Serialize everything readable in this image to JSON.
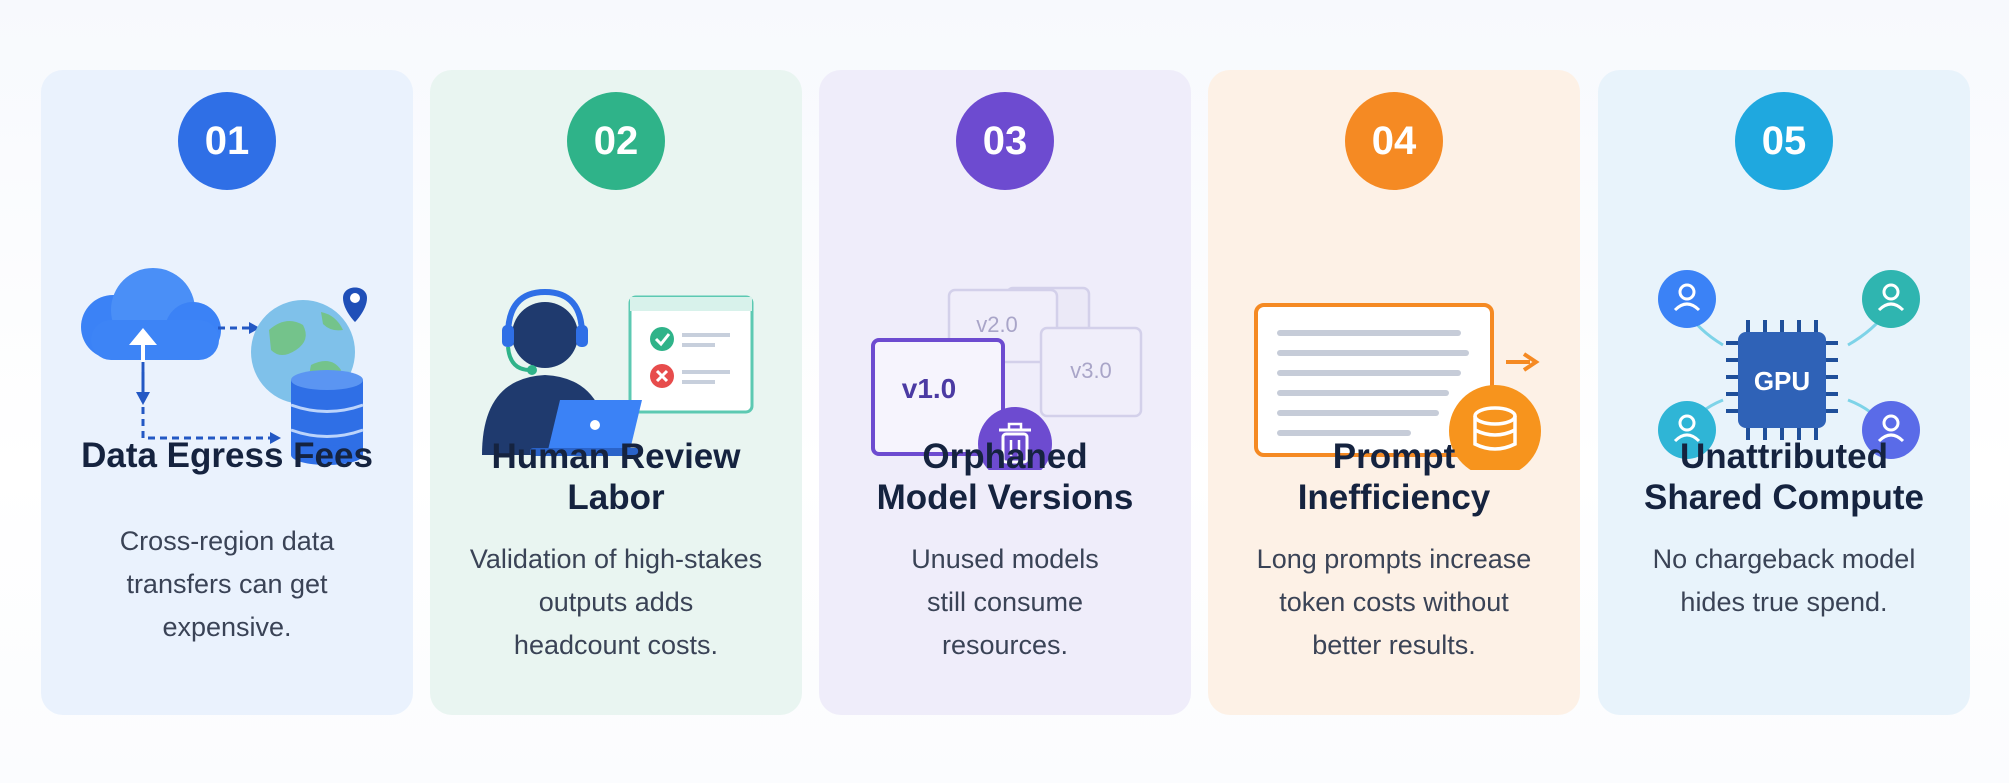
{
  "colors": {
    "blue": "#2f6fe6",
    "teal": "#2fb389",
    "purple": "#6d4bd0",
    "orange": "#f58a23",
    "cyan": "#1fa8df"
  },
  "cards": [
    {
      "number": "01",
      "title_lines": [
        "Data Egress Fees"
      ],
      "desc_lines": [
        "Cross-region data",
        "transfers can get",
        "expensive."
      ],
      "icons": [
        "cloud-upload-icon",
        "globe-icon",
        "location-pin-icon",
        "database-icon"
      ]
    },
    {
      "number": "02",
      "title_lines": [
        "Human Review",
        "Labor"
      ],
      "desc_lines": [
        "Validation of high-stakes",
        "outputs adds",
        "headcount costs."
      ],
      "icons": [
        "reviewer-headset-icon",
        "laptop-icon",
        "checklist-icon"
      ]
    },
    {
      "number": "03",
      "title_lines": [
        "Orphaned",
        "Model Versions"
      ],
      "desc_lines": [
        "Unused models",
        "still consume",
        "resources."
      ],
      "version_labels": [
        "v2.0",
        "v3.0",
        "v1.0"
      ],
      "icons": [
        "version-stack-icon",
        "trash-icon"
      ]
    },
    {
      "number": "04",
      "title_lines": [
        "Prompt",
        "Inefficiency"
      ],
      "desc_lines": [
        "Long prompts increase",
        "token costs without",
        "better results."
      ],
      "icons": [
        "document-icon",
        "arrow-right-icon",
        "coins-icon"
      ]
    },
    {
      "number": "05",
      "title_lines": [
        "Unattributed",
        "Shared Compute"
      ],
      "desc_lines": [
        "No chargeback model",
        "hides true spend."
      ],
      "chip_label": "GPU",
      "icons": [
        "gpu-chip-icon",
        "user-icon"
      ]
    }
  ]
}
